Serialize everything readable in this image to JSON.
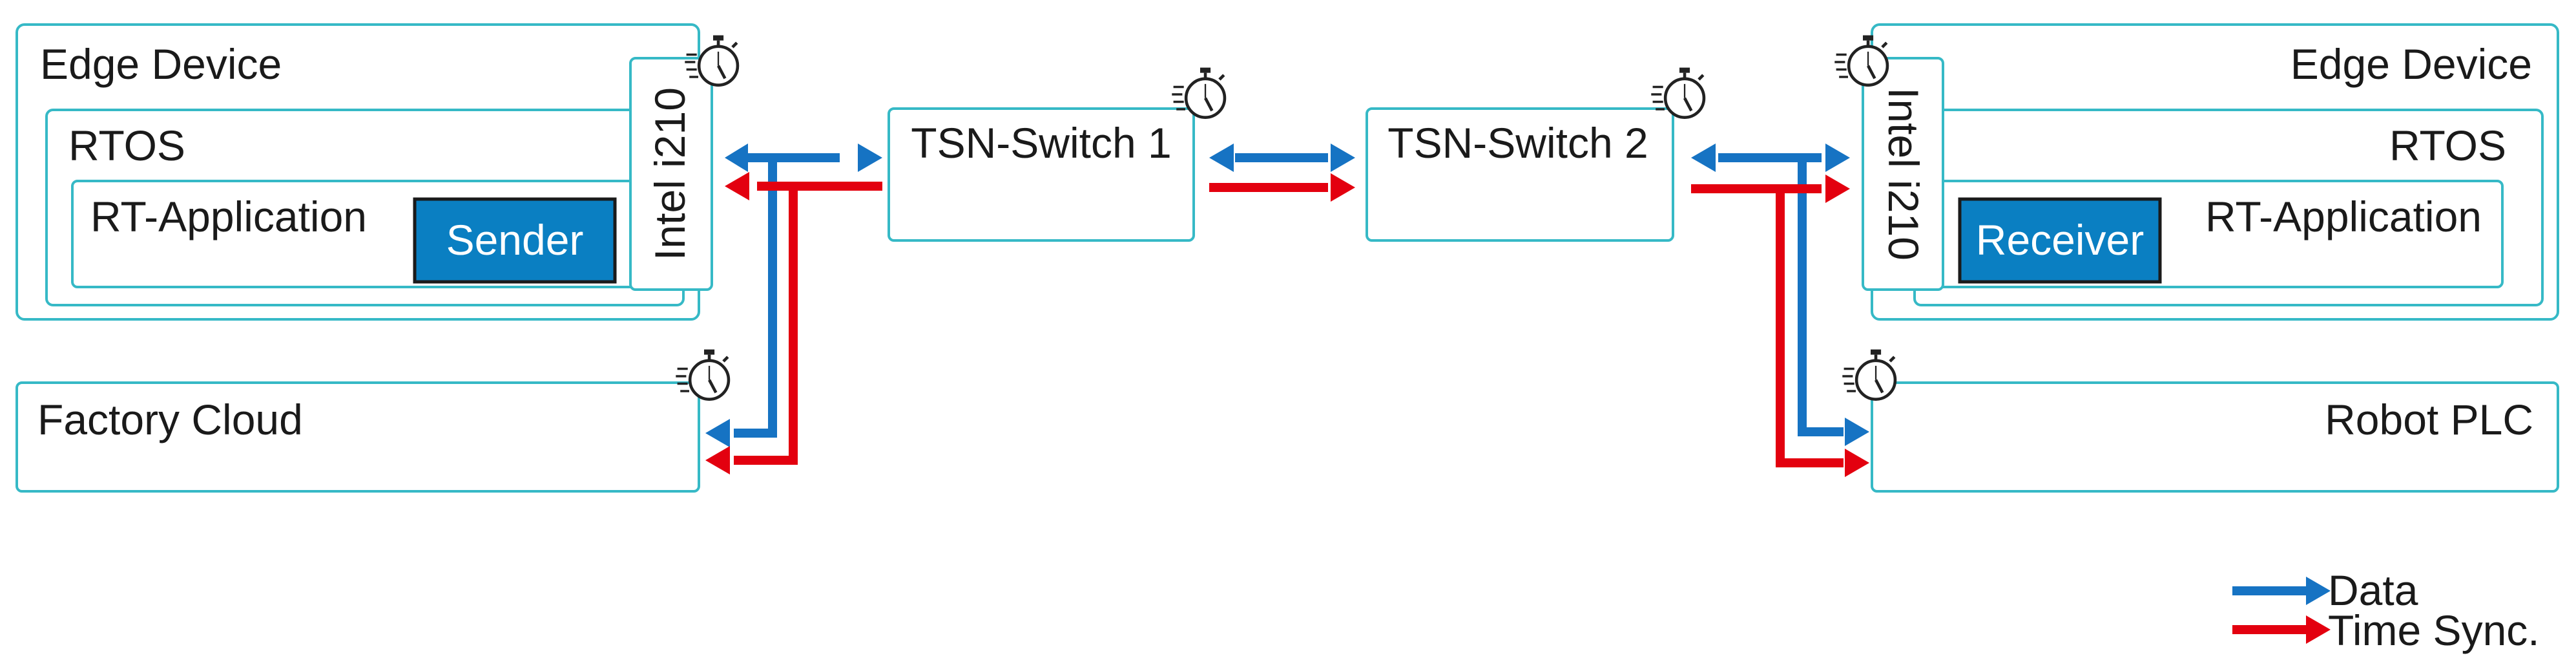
{
  "colors": {
    "box_border": "#36b9c6",
    "data_arrow": "#1673c3",
    "sync_arrow": "#e3000f",
    "app_block": "#0a7fc2",
    "app_block_border": "#1a1a1a",
    "text": "#1a1a1a",
    "clock_icon": "#222222"
  },
  "left_edge": {
    "title": "Edge Device",
    "rtos": "RTOS",
    "rt_application": "RT-Application",
    "app_block": "Sender",
    "nic": "Intel i210"
  },
  "right_edge": {
    "title": "Edge Device",
    "rtos": "RTOS",
    "rt_application": "RT-Application",
    "app_block": "Receiver",
    "nic": "Intel i210"
  },
  "switches": {
    "switch1": "TSN-Switch 1",
    "switch2": "TSN-Switch 2"
  },
  "factory_cloud": "Factory Cloud",
  "robot_plc": "Robot PLC",
  "legend": {
    "data": "Data",
    "time_sync": "Time Sync."
  },
  "icons": {
    "clock": "stopwatch-icon",
    "data_arrow": "blue-arrow-icon",
    "sync_arrow": "red-arrow-icon"
  }
}
